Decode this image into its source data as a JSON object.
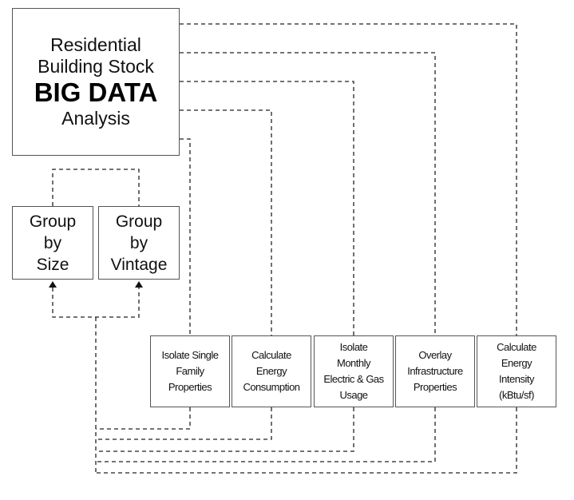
{
  "title": {
    "line1": "Residential",
    "line2": "Building Stock",
    "line3": "BIG DATA",
    "line4": "Analysis"
  },
  "groups": [
    {
      "lines": [
        "Group",
        "by",
        "Size"
      ]
    },
    {
      "lines": [
        "Group",
        "by",
        "Vintage"
      ]
    }
  ],
  "steps": [
    {
      "lines": [
        "Isolate Single",
        "Family",
        "Properties"
      ]
    },
    {
      "lines": [
        "Calculate",
        "Energy",
        "Consumption"
      ]
    },
    {
      "lines": [
        "Isolate",
        "Monthly",
        "Electric & Gas",
        "Usage"
      ]
    },
    {
      "lines": [
        "Overlay",
        "Infrastructure",
        "Properties"
      ]
    },
    {
      "lines": [
        "Calculate",
        "Energy",
        "Intensity",
        "(kBtu/sf)"
      ]
    }
  ],
  "colors": {
    "line": "#222222",
    "border": "#555555"
  }
}
